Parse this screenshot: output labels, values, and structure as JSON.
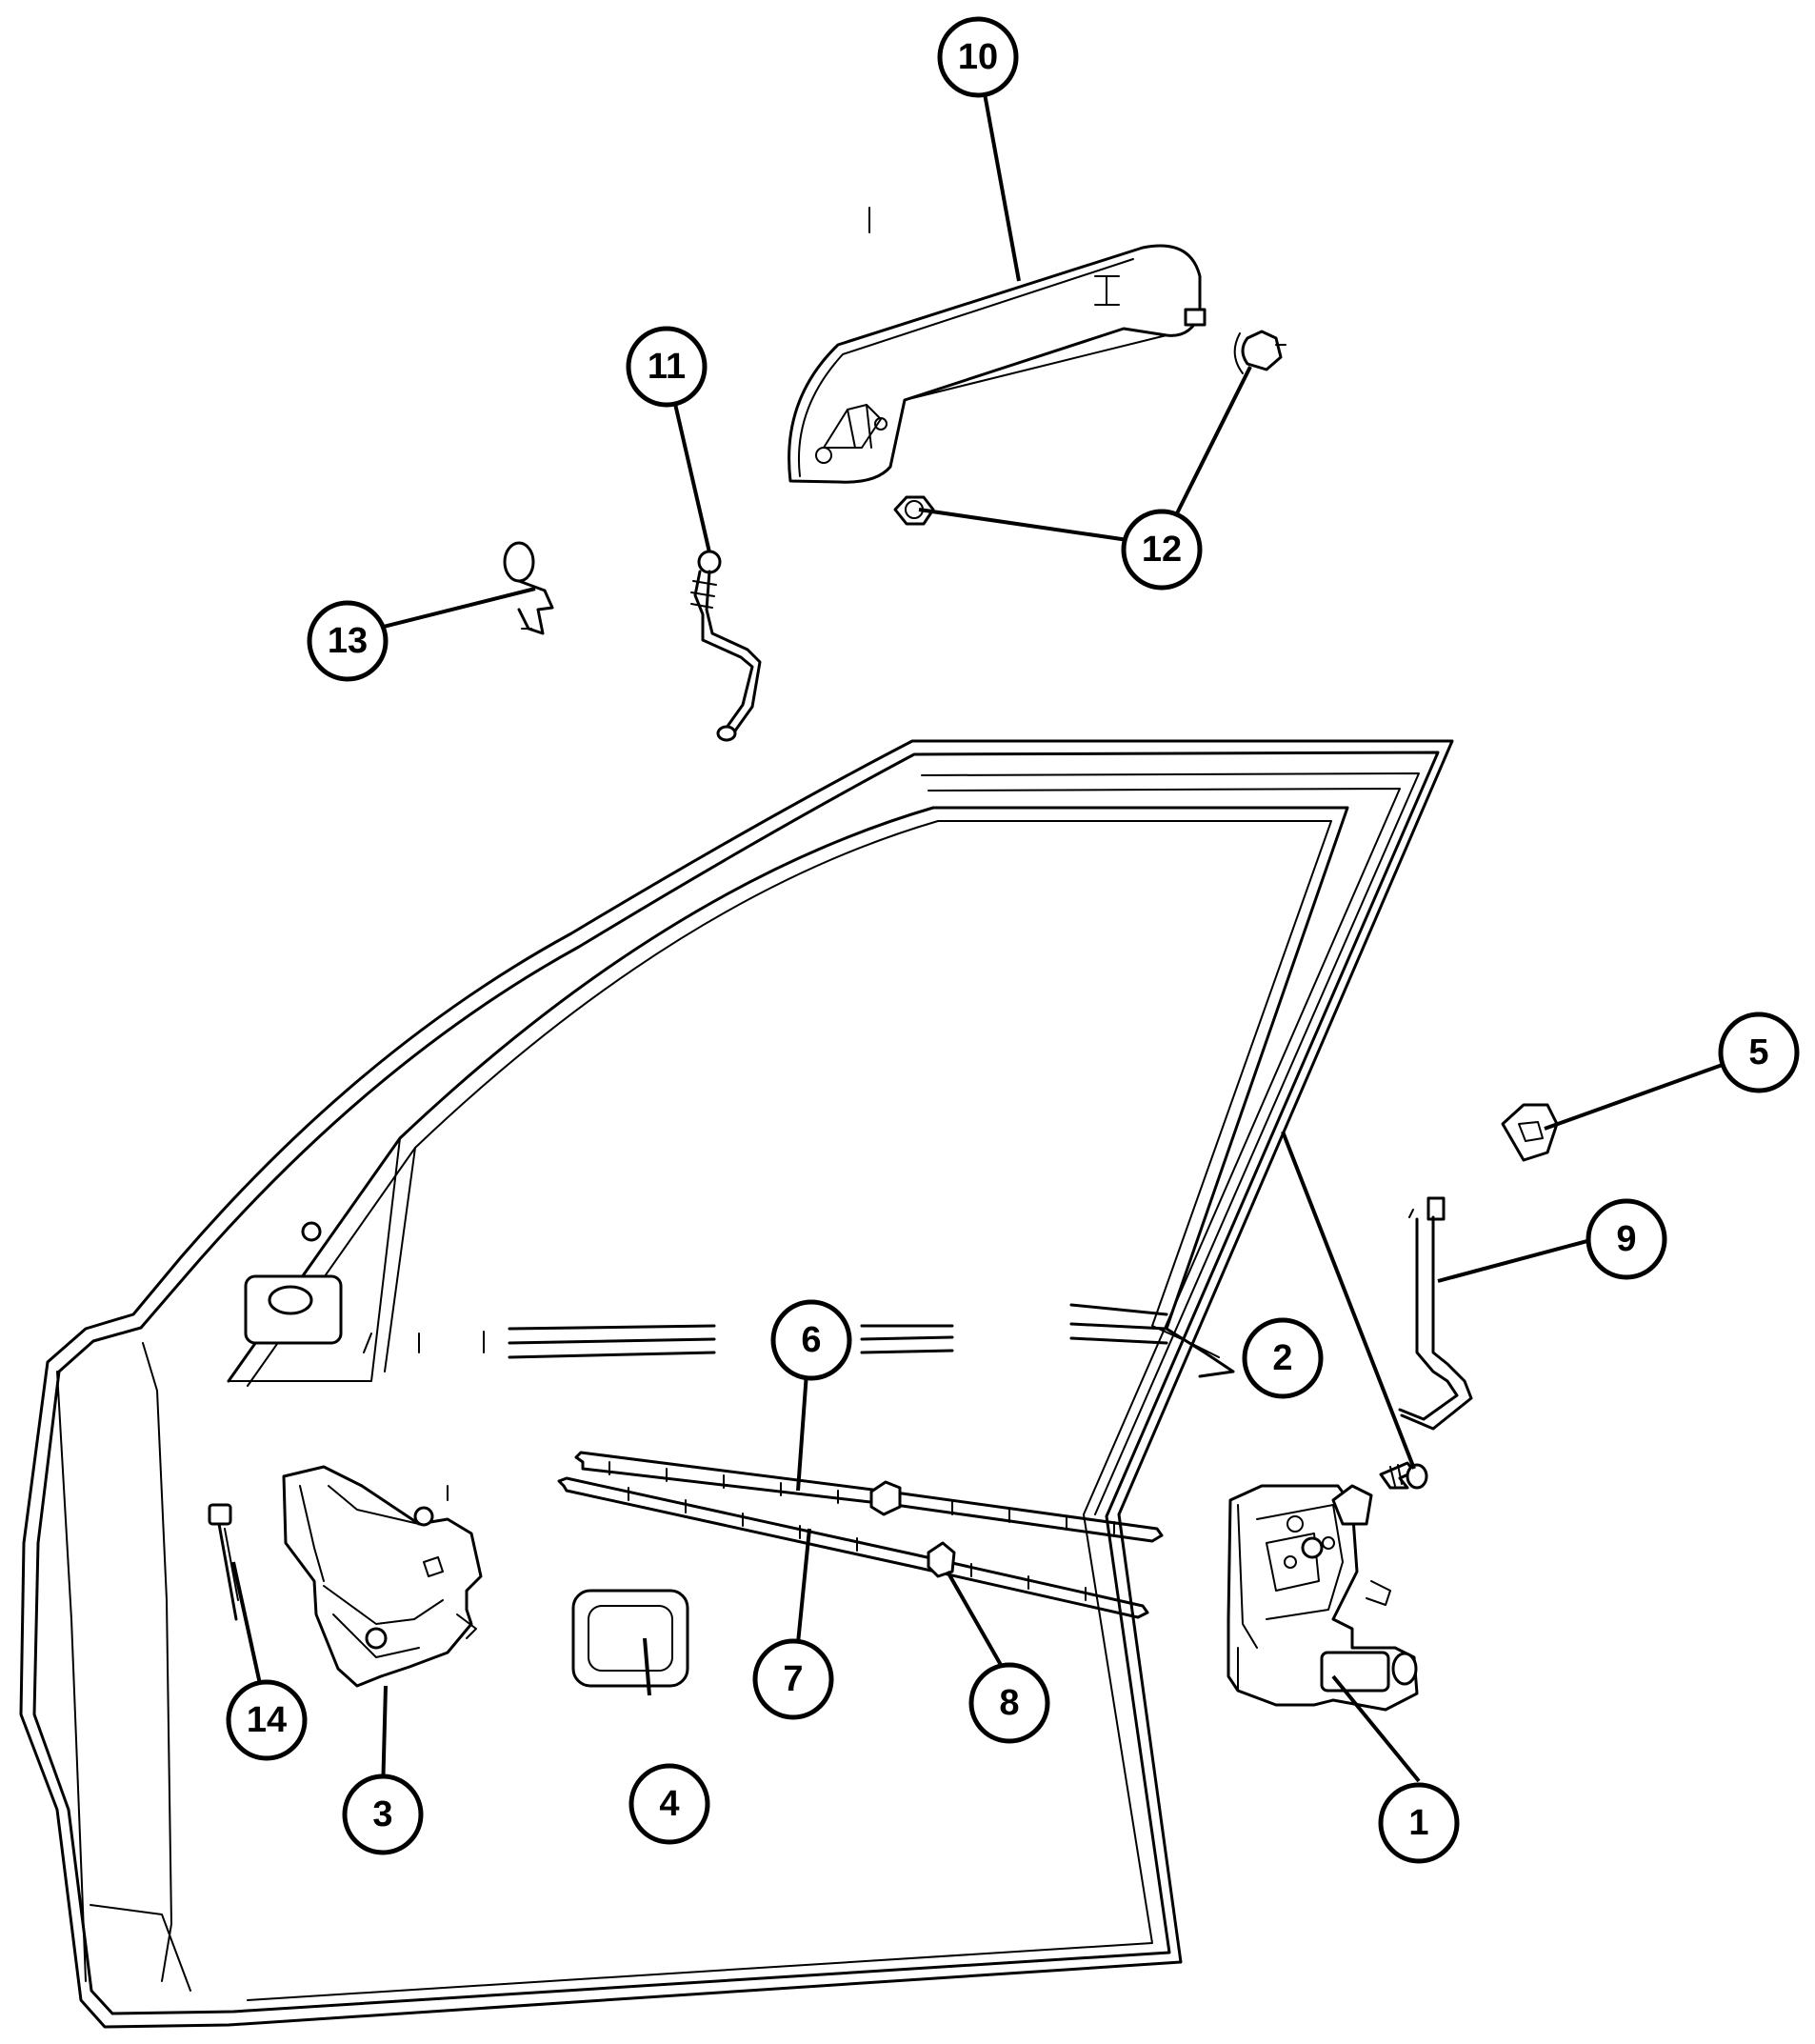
{
  "colors": {
    "line": "#000000",
    "background": "#ffffff"
  },
  "callouts": [
    {
      "label": "1"
    },
    {
      "label": "2"
    },
    {
      "label": "3"
    },
    {
      "label": "4"
    },
    {
      "label": "5"
    },
    {
      "label": "6"
    },
    {
      "label": "7"
    },
    {
      "label": "8"
    },
    {
      "label": "9"
    },
    {
      "label": "10"
    },
    {
      "label": "11"
    },
    {
      "label": "12"
    },
    {
      "label": "13"
    },
    {
      "label": "14"
    }
  ]
}
